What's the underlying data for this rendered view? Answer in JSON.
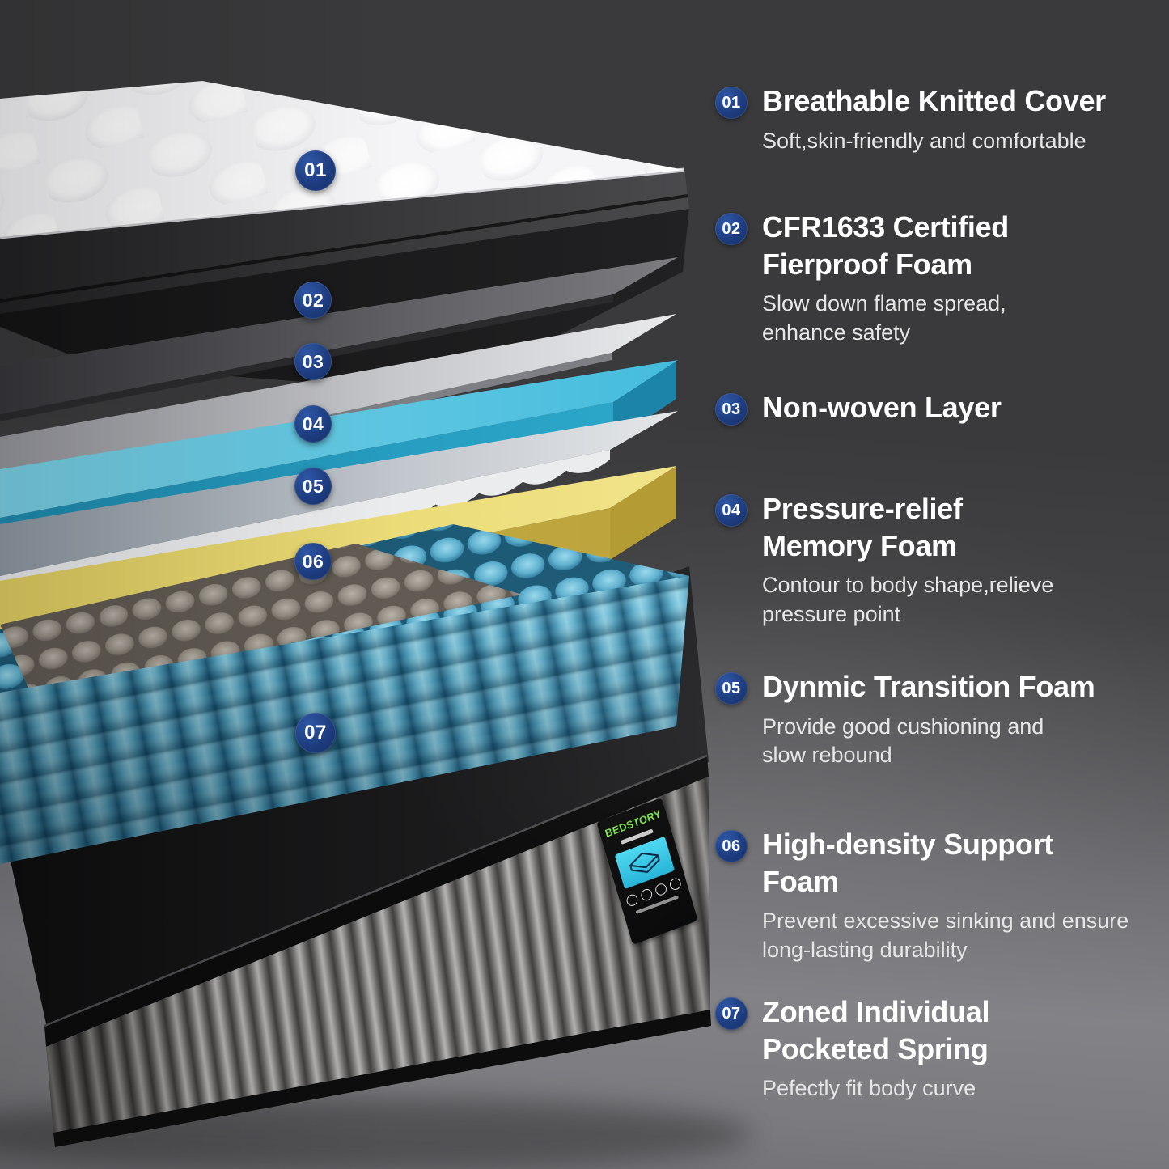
{
  "colors": {
    "badge_navy": "#1d3c7c",
    "title_white": "#ffffff",
    "subtitle_gray": "#e6e6e6",
    "background_top": "#3a3a3c",
    "background_bottom": "#757578",
    "knitted_cover_white": "#f7f7f9",
    "fireproof_sheet_gray": "#6f6f74",
    "nonwoven_sheet_silver": "#d9dadc",
    "memory_foam_cyan": "#55c4e0",
    "transition_foam_gray": "#dfe1e3",
    "support_foam_yellow": "#e8d467",
    "springs_blue": "#5fb3d4",
    "base_fabric_gray": "#a3a19f",
    "brand_green": "#7de04f",
    "label_screen_cyan": "#3ccae8"
  },
  "diagram": {
    "badges": [
      {
        "num": "01"
      },
      {
        "num": "02"
      },
      {
        "num": "03"
      },
      {
        "num": "04"
      },
      {
        "num": "05"
      },
      {
        "num": "06"
      },
      {
        "num": "07"
      }
    ],
    "label": {
      "brand": "BEDSTORY"
    }
  },
  "features": [
    {
      "num": "01",
      "title": "Breathable Knitted Cover",
      "desc": "Soft,skin-friendly and comfortable"
    },
    {
      "num": "02",
      "title": "CFR1633 Certified\nFierproof Foam",
      "desc": "Slow down flame spread,\nenhance safety"
    },
    {
      "num": "03",
      "title": "Non-woven Layer",
      "desc": ""
    },
    {
      "num": "04",
      "title": "Pressure-relief\nMemory Foam",
      "desc": "Contour to body shape,relieve\npressure point"
    },
    {
      "num": "05",
      "title": "Dynmic Transition Foam",
      "desc": "Provide good cushioning and\nslow rebound"
    },
    {
      "num": "06",
      "title": "High-density Support\nFoam",
      "desc": "Prevent excessive sinking and ensure\nlong-lasting durability"
    },
    {
      "num": "07",
      "title": "Zoned Individual\nPocketed Spring",
      "desc": "Pefectly fit body curve"
    }
  ]
}
